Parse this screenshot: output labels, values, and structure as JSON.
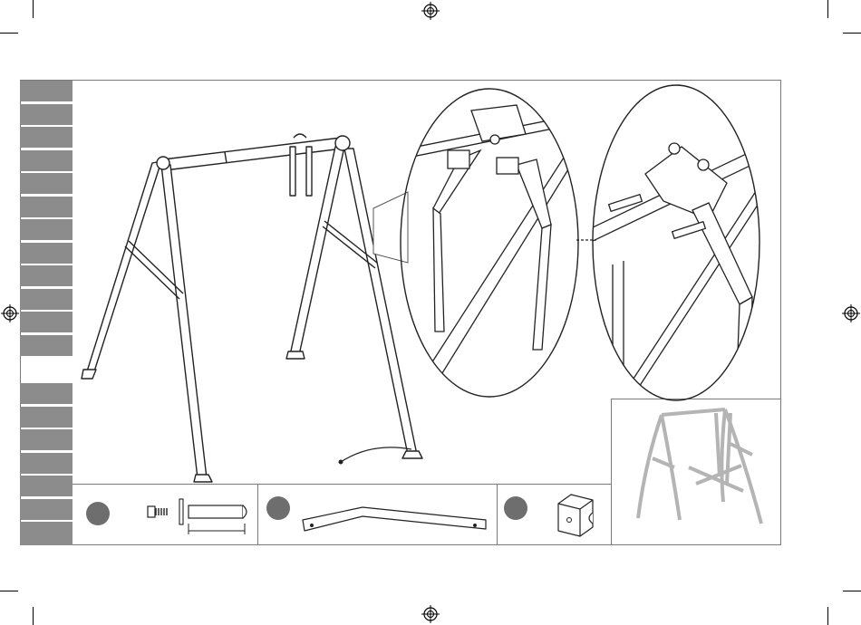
{
  "colors": {
    "tab_gray": "#8c8c8c",
    "frame_border": "#7a7a7a",
    "badge_gray": "#6e6e6e",
    "preview_stroke": "#b4b4b4"
  },
  "icons": {
    "registration_marks": "crosshair-circle-icon",
    "parts": [
      "bolt-icon",
      "washer-icon",
      "bent-tube-icon",
      "bracket-block-icon"
    ]
  },
  "sidebar": {
    "top_tab_count": 12,
    "bottom_tab_count": 7
  },
  "parts_strip": {
    "items": [
      {
        "badge": "",
        "part": "bolt-with-sleeve"
      },
      {
        "badge": "",
        "part": "bent-top-tube"
      },
      {
        "badge": "",
        "part": "square-bracket-block"
      }
    ]
  }
}
